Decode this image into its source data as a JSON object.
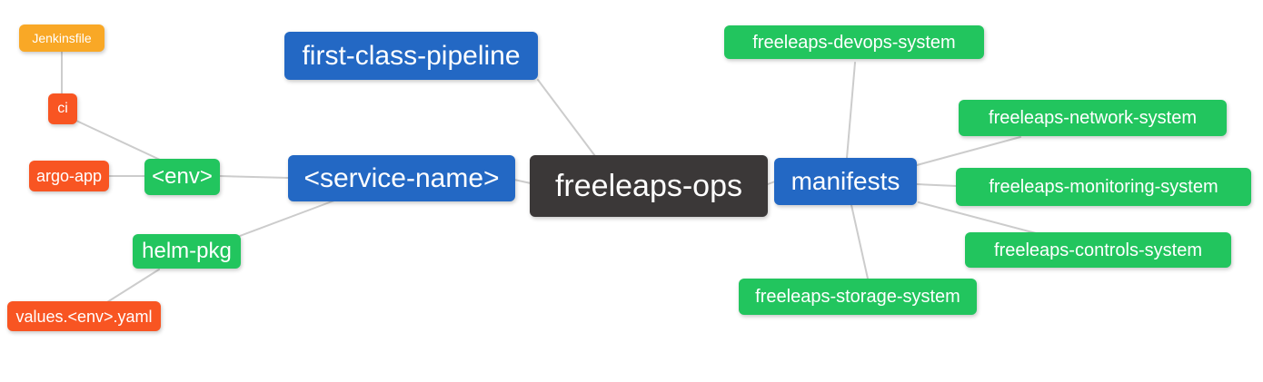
{
  "diagram": {
    "type": "mindmap",
    "palette": {
      "root_bg": "#3b3838",
      "branch_bg": "#2368c4",
      "child_bg": "#22c55e",
      "leaf_red_bg": "#f85522",
      "leaf_amber_bg": "#f9a826",
      "text": "#ffffff",
      "edge": "#cccccc",
      "background": "#ffffff"
    },
    "nodes": {
      "root": {
        "label": "freeleaps-ops",
        "color": "#3b3838"
      },
      "fcp": {
        "label": "first-class-pipeline",
        "color": "#2368c4"
      },
      "service": {
        "label": "<service-name>",
        "color": "#2368c4"
      },
      "manifests": {
        "label": "manifests",
        "color": "#2368c4"
      },
      "env": {
        "label": "<env>",
        "color": "#22c55e"
      },
      "helm_pkg": {
        "label": "helm-pkg",
        "color": "#22c55e"
      },
      "ci": {
        "label": "ci",
        "color": "#f85522"
      },
      "argo_app": {
        "label": "argo-app",
        "color": "#f85522"
      },
      "values_yaml": {
        "label": "values.<env>.yaml",
        "color": "#f85522"
      },
      "jenkinsfile": {
        "label": "Jenkinsfile",
        "color": "#f9a826"
      },
      "devops": {
        "label": "freeleaps-devops-system",
        "color": "#22c55e"
      },
      "network": {
        "label": "freeleaps-network-system",
        "color": "#22c55e"
      },
      "monitoring": {
        "label": "freeleaps-monitoring-system",
        "color": "#22c55e"
      },
      "controls": {
        "label": "freeleaps-controls-system",
        "color": "#22c55e"
      },
      "storage": {
        "label": "freeleaps-storage-system",
        "color": "#22c55e"
      }
    },
    "edges": [
      [
        "jenkinsfile",
        "ci"
      ],
      [
        "ci",
        "env"
      ],
      [
        "argo_app",
        "env"
      ],
      [
        "env",
        "service"
      ],
      [
        "helm_pkg",
        "service"
      ],
      [
        "values_yaml",
        "helm_pkg"
      ],
      [
        "fcp",
        "root"
      ],
      [
        "service",
        "root"
      ],
      [
        "root",
        "manifests"
      ],
      [
        "manifests",
        "devops"
      ],
      [
        "manifests",
        "network"
      ],
      [
        "manifests",
        "monitoring"
      ],
      [
        "manifests",
        "controls"
      ],
      [
        "manifests",
        "storage"
      ]
    ]
  }
}
